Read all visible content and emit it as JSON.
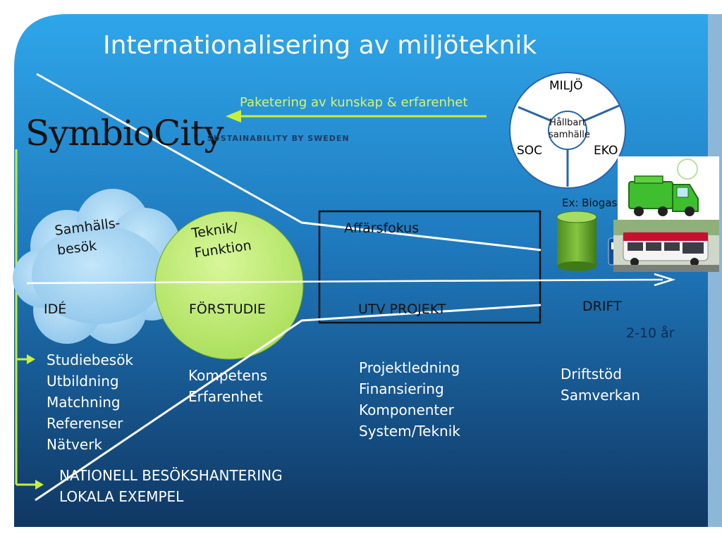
{
  "slide": {
    "title": "Internationalisering av miljöteknik",
    "packaging_label": "Paketering av kunskap & erfarenhet",
    "logo": {
      "name": "SymbioCity",
      "tagline": "SUSTAINABILITY BY SWEDEN"
    },
    "sustainability_wheel": {
      "top": "MILJÖ",
      "left": "SOC",
      "right": "EKO",
      "center_line1": "Hållbart",
      "center_line2": "samhälle"
    },
    "biogas_label": "Ex: Biogas",
    "cloud": {
      "line1": "Samhälls-",
      "line2": "besök"
    },
    "tech_circle": {
      "line1": "Teknik/",
      "line2": "Funktion"
    },
    "business_focus": "Affärsfokus",
    "stages": {
      "ide": "IDÉ",
      "forstudie": "FÖRSTUDIE",
      "utv": "UTV PROJEKT",
      "drift": "DRIFT"
    },
    "duration": "2-10 år",
    "lists": {
      "ide": [
        "Studiebesök",
        "Utbildning",
        "Matchning",
        "Referenser",
        "Nätverk"
      ],
      "forstudie": [
        "Kompetens",
        "Erfarenhet"
      ],
      "utv": [
        "Projektledning",
        "Finansiering",
        "Komponenter",
        "System/Teknik"
      ],
      "drift": [
        "Driftstöd",
        "Samverkan"
      ]
    },
    "bottom": {
      "line1": "NATIONELL BESÖKSHANTERING",
      "line2": "LOKALA EXEMPEL"
    },
    "colors": {
      "background_top": "#2a9fe6",
      "background_bottom": "#123a66",
      "accent_green": "#c7f03c",
      "circle_green": "#c6f07a",
      "cloud_blue": "#a8d6f2"
    }
  }
}
